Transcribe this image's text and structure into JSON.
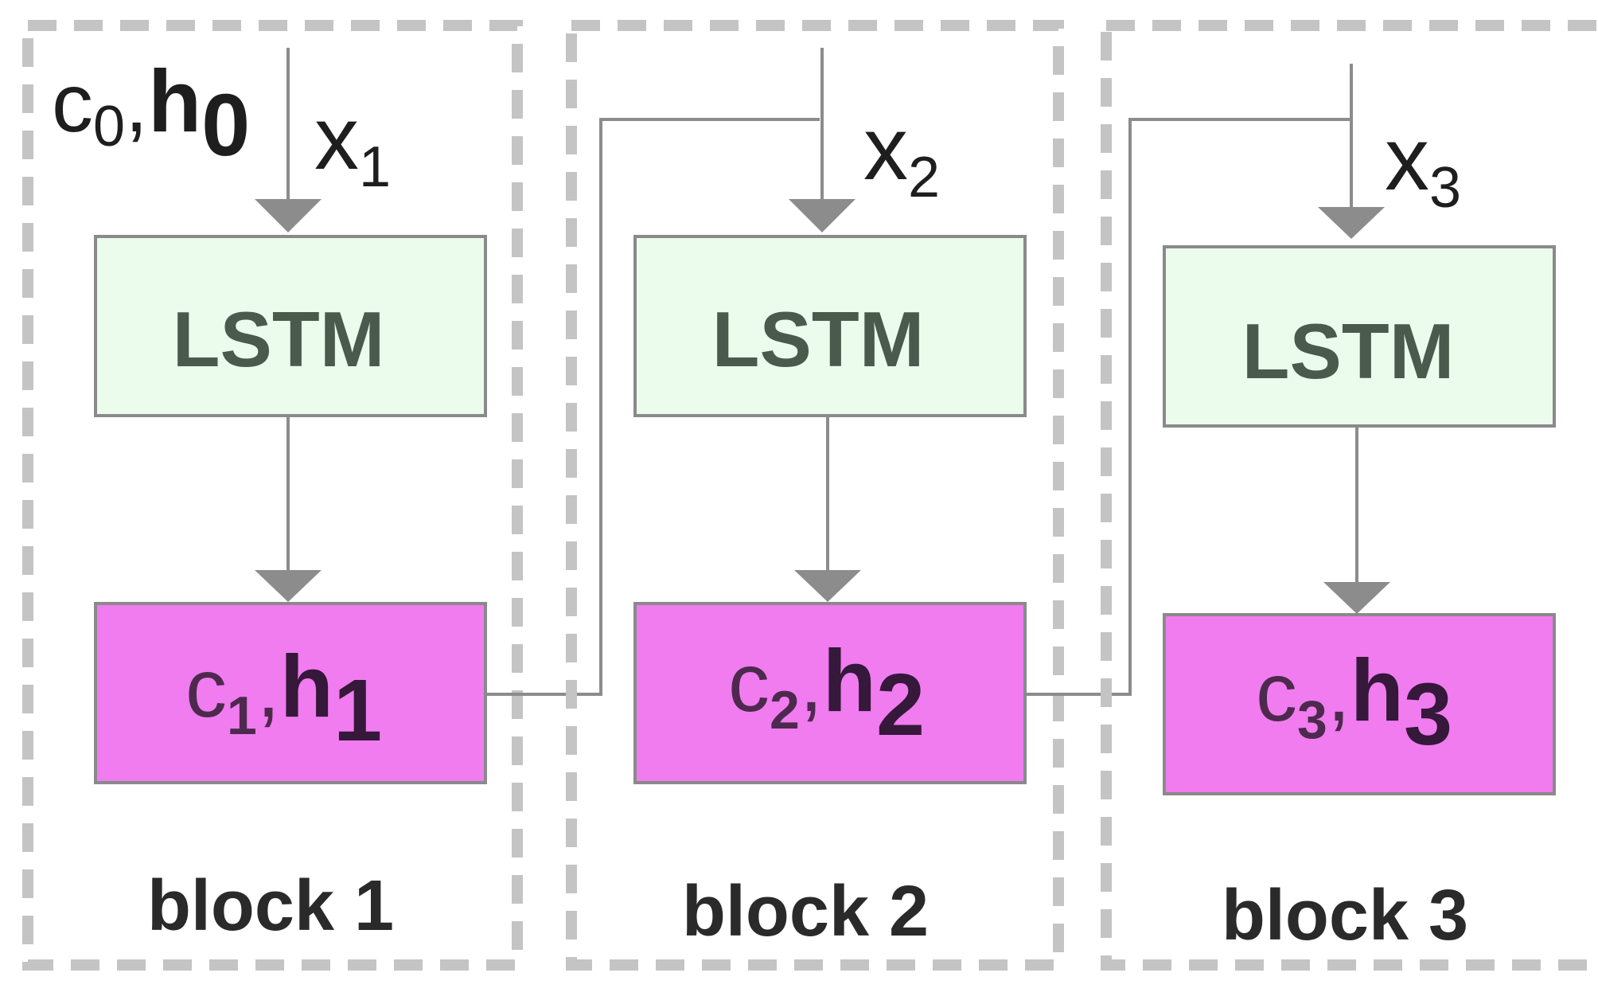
{
  "initial_state": {
    "c": "c",
    "c_sub": "0",
    "sep": ",",
    "h": "h",
    "h_sub": "0"
  },
  "blocks": [
    {
      "label": "block 1",
      "lstm_label": "LSTM",
      "input": {
        "x": "x",
        "sub": "1"
      },
      "state": {
        "c": "c",
        "c_sub": "1",
        "sep": ",",
        "h": "h",
        "h_sub": "1"
      }
    },
    {
      "label": "block 2",
      "lstm_label": "LSTM",
      "input": {
        "x": "x",
        "sub": "2"
      },
      "state": {
        "c": "c",
        "c_sub": "2",
        "sep": ",",
        "h": "h",
        "h_sub": "2"
      }
    },
    {
      "label": "block 3",
      "lstm_label": "LSTM",
      "input": {
        "x": "x",
        "sub": "3"
      },
      "state": {
        "c": "c",
        "c_sub": "3",
        "sep": ",",
        "h": "h",
        "h_sub": "3"
      }
    }
  ],
  "colors": {
    "lstm_fill": "#ebfbec",
    "state_fill": "#f07cf0",
    "frame_dash": "#c4c4c4",
    "arrow": "#8c8c8c"
  }
}
